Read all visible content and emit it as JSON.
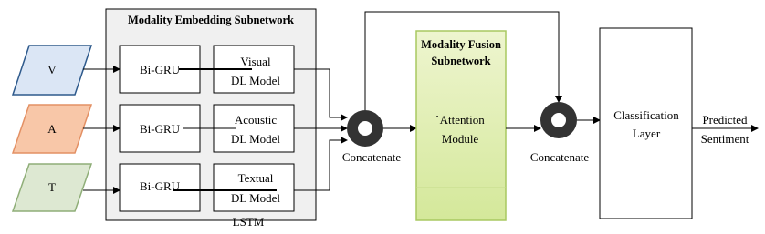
{
  "embedding": {
    "title": "Modality Embedding Subnetwork",
    "footer": "LSTM",
    "rows": [
      {
        "input": "V",
        "encoder": "Bi-GRU",
        "model_line1": "Visual",
        "model_line2": "DL Model"
      },
      {
        "input": "A",
        "encoder": "Bi-GRU",
        "model_line1": "Acoustic",
        "model_line2": "DL Model"
      },
      {
        "input": "T",
        "encoder": "Bi-GRU",
        "model_line1": "Textual",
        "model_line2": "DL Model"
      }
    ]
  },
  "concat1": {
    "label": "Concatenate"
  },
  "fusion": {
    "title_line1": "Modality Fusion",
    "title_line2": "Subnetwork",
    "module_line1": "`Attention",
    "module_line2": "Module"
  },
  "concat2": {
    "label": "Concatenate"
  },
  "classifier": {
    "line1": "Classification",
    "line2": "Layer"
  },
  "output": {
    "line1": "Predicted",
    "line2": "Sentiment"
  },
  "colors": {
    "input_v_fill": "#dbe6f5",
    "input_v_stroke": "#2e5a8c",
    "input_a_fill": "#f8c7a8",
    "input_a_stroke": "#e39064",
    "input_t_fill": "#dde8d2",
    "input_t_stroke": "#8fae78",
    "embed_bg": "#f0f0f0",
    "fusion_fill_top": "#eef5cf",
    "fusion_fill_bottom": "#d4e89a",
    "fusion_stroke": "#a8c860",
    "concat_fill": "#333333"
  }
}
